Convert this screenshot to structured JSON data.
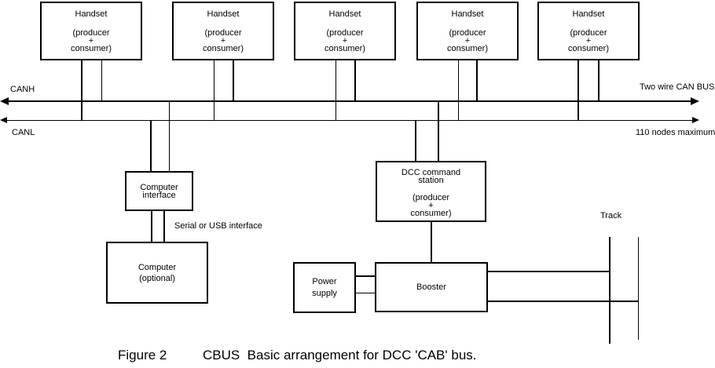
{
  "colors": {
    "line": "#000000",
    "background": "#ffffff",
    "text": "#000000"
  },
  "handsets": [
    {
      "title": "Handset",
      "body1": "(producer",
      "body2": "+",
      "body3": "consumer)"
    },
    {
      "title": "Handset",
      "body1": "(producer",
      "body2": "+",
      "body3": "consumer)"
    },
    {
      "title": "Handset",
      "body1": "(producer",
      "body2": "+",
      "body3": "consumer)"
    },
    {
      "title": "Handset",
      "body1": "(producer",
      "body2": "+",
      "body3": "consumer)"
    },
    {
      "title": "Handset",
      "body1": "(producer",
      "body2": "+",
      "body3": "consumer)"
    }
  ],
  "bus": {
    "canh_label": "CANH",
    "canl_label": "CANL",
    "top_right_label": "Two wire CAN BUS",
    "bottom_right_label": "110 nodes maximum"
  },
  "computer_interface": {
    "line1": "Computer",
    "line2": "interface"
  },
  "serial_label": "Serial or USB interface",
  "computer": {
    "line1": "Computer",
    "line2": "(optional)"
  },
  "dcc_station": {
    "line1": "DCC command",
    "line2": "station",
    "line3": "(producer",
    "line4": "+",
    "line5": "consumer)"
  },
  "power_supply": {
    "line1": "Power",
    "line2": "supply"
  },
  "booster": {
    "label": "Booster"
  },
  "track": {
    "label": "Track"
  },
  "caption": {
    "figure": "Figure 2",
    "title": "CBUS  Basic arrangement for DCC 'CAB' bus."
  }
}
